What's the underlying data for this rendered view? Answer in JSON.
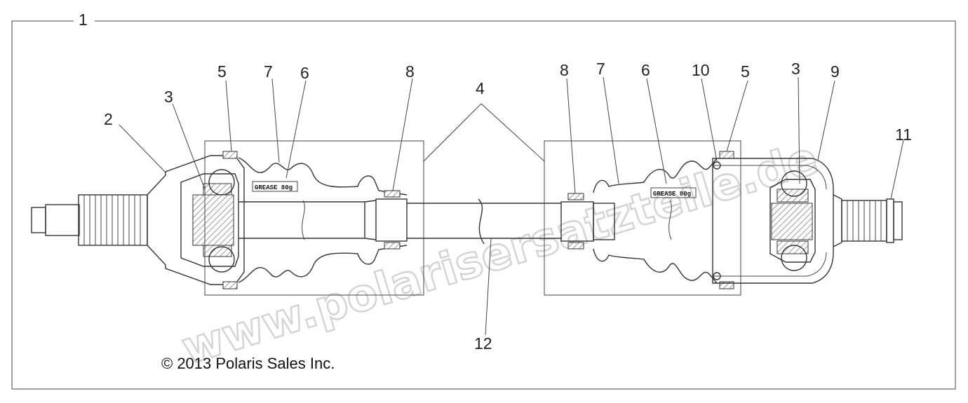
{
  "copyright": "© 2013 Polaris Sales Inc.",
  "watermark": "www.polarisersatzteile.de",
  "grease_label_left": "GREASE 80g",
  "grease_label_right": "GREASE 80g",
  "callouts": {
    "c1": "1",
    "c2": "2",
    "c3_left": "3",
    "c3_right": "3",
    "c4": "4",
    "c5_left": "5",
    "c5_right": "5",
    "c6_left": "6",
    "c6_right": "6",
    "c7_left": "7",
    "c7_right": "7",
    "c8_left": "8",
    "c8_right": "8",
    "c9": "9",
    "c10": "10",
    "c11": "11",
    "c12": "12"
  }
}
